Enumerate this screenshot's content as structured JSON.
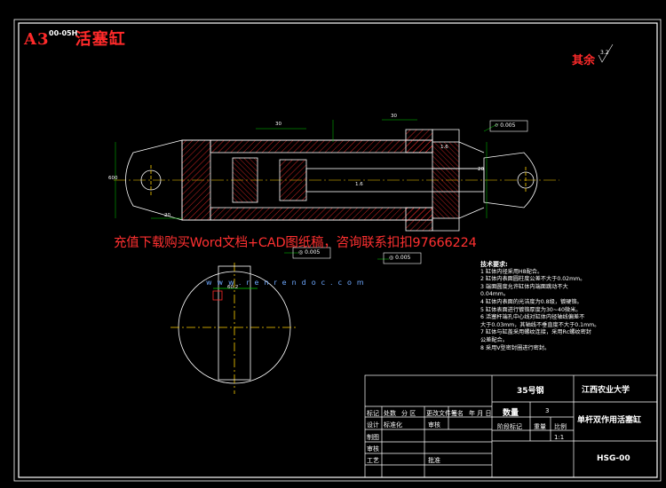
{
  "drawing": {
    "sheet_label": "A3",
    "code_label": "00-05H",
    "title_cn": "活塞缸",
    "roughness_label": "其余",
    "roughness_value": "3.2"
  },
  "watermark": {
    "text": "充值下载购买Word文档+CAD图纸稿，咨询联系扣扣97666224",
    "url": "www.renrendoc.com"
  },
  "tolerances": {
    "t1": "0.005",
    "t2": "0.005",
    "t3": "0.005"
  },
  "dimensions": {
    "d1": "30",
    "d2": "1.6",
    "d3": "20",
    "d4": "30",
    "d5": "600",
    "d6": "20",
    "d7": "1.6",
    "d8": "60.2"
  },
  "notes": {
    "heading": "技术要求:",
    "lines": [
      "1 缸体内径采用H8配合。",
      "2 缸体内表面圆柱度公差不大于0.02mm。",
      "3 端面圆度允许缸体内端面跳动不大",
      "0.04mm。",
      "4 缸体内表面的光洁度为0.8级，镀硬铬。",
      "5 缸体表面进行镀铬厚度为30~40微米。",
      "6 活塞杆端孔中心线对缸体内径轴线偏差不",
      "大于0.03mm，其轴线不垂直度不大于0.1mm。",
      "7 缸体与缸盖采用螺纹连接，采用Rc螺纹密封",
      "公差配合。",
      "8 采用V型密封圈进行密封。"
    ]
  },
  "title_block": {
    "material": "35号钢",
    "school": "江西农业大学",
    "qty_label": "数量",
    "qty_value": "3",
    "part_name": "单杆双作用活塞缸",
    "row_labels": [
      "标记",
      "处数",
      "分 区",
      "更改文件号",
      "签名",
      "年 月 日"
    ],
    "design_label": "设计",
    "std_label": "标准化",
    "check_label": "审核",
    "process_label": "工艺",
    "approve_label": "批准",
    "draw_label": "制图",
    "stage_label": "阶段标记",
    "weight_label": "重量",
    "scale_label": "比例",
    "scale_value": "1:1",
    "drawing_no": "HSG-00"
  }
}
